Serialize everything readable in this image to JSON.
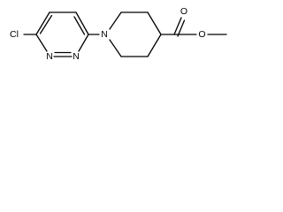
{
  "molecule": {
    "atoms": {
      "chlorine": "Cl",
      "pyridazine_n1": "N",
      "pyridazine_n2": "N",
      "piperidine_n": "N",
      "carbonyl_o": "O",
      "ester_o": "O"
    },
    "colors": {
      "bond": "#000000",
      "label": "#000000",
      "background": "#ffffff"
    }
  }
}
